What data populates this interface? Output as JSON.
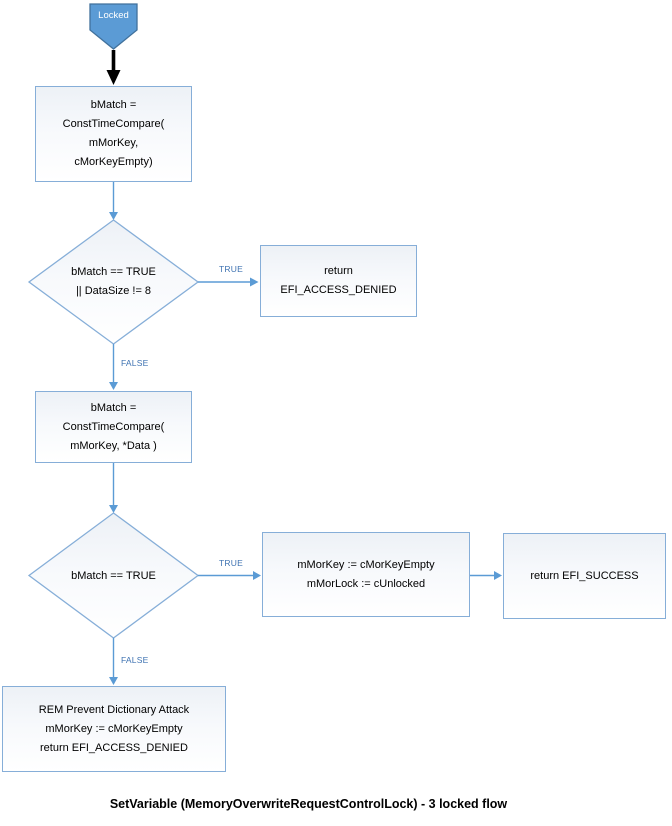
{
  "colors": {
    "start_fill": "#5b9bd5",
    "start_border": "#41719c",
    "shape_border": "#86aed8",
    "connector": "#5b9bd5",
    "edge_label": "#3f73b2",
    "node_text": "#000000",
    "start_arrow": "#000000"
  },
  "flowchart": {
    "caption": "SetVariable (MemoryOverwriteRequestControlLock) - 3 locked flow",
    "start": {
      "label": "Locked"
    },
    "nodes": {
      "compare_empty": "bMatch =\nConstTimeCompare(\nmMorKey,\ncMorKeyEmpty)",
      "decision_match_or_size": "bMatch == TRUE\n|| DataSize != 8",
      "access_denied": "return\nEFI_ACCESS_DENIED",
      "compare_data": "bMatch =\nConstTimeCompare(\nmMorKey, *Data )",
      "decision_match": "bMatch == TRUE",
      "unlock": "mMorKey := cMorKeyEmpty\nmMorLock := cUnlocked",
      "success": "return EFI_SUCCESS",
      "dictionary_guard": "REM Prevent Dictionary Attack\nmMorKey := cMorKeyEmpty\nreturn EFI_ACCESS_DENIED"
    },
    "edge_labels": {
      "true1": "TRUE",
      "false1": "FALSE",
      "true2": "TRUE",
      "false2": "FALSE"
    }
  }
}
